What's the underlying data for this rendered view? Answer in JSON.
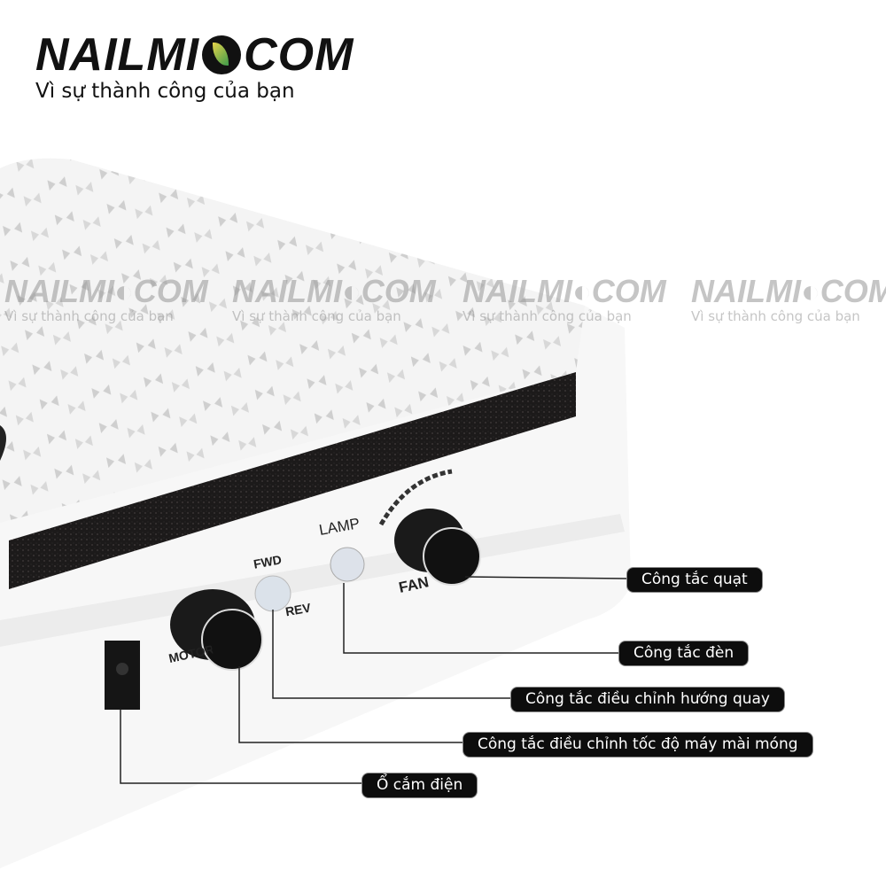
{
  "logo": {
    "brand_left": "NAILMI",
    "brand_right": "COM",
    "tagline": "Vì sự thành công của bạn"
  },
  "watermark": {
    "brand": "NAILMI",
    "brand_right": "COM",
    "tagline": "Vì sự thành công của bạn"
  },
  "device_labels": {
    "fwd": "FWD",
    "rev": "REV",
    "lamp": "LAMP",
    "fan": "FAN",
    "motor": "MOTOR"
  },
  "callouts": [
    {
      "label": "Công tắc quạt"
    },
    {
      "label": "Công tắc đèn"
    },
    {
      "label": "Công tắc điều chỉnh hướng quay"
    },
    {
      "label": "Công tắc điều chỉnh tốc độ máy mài móng"
    },
    {
      "label": "Ổ cắm điện"
    }
  ]
}
